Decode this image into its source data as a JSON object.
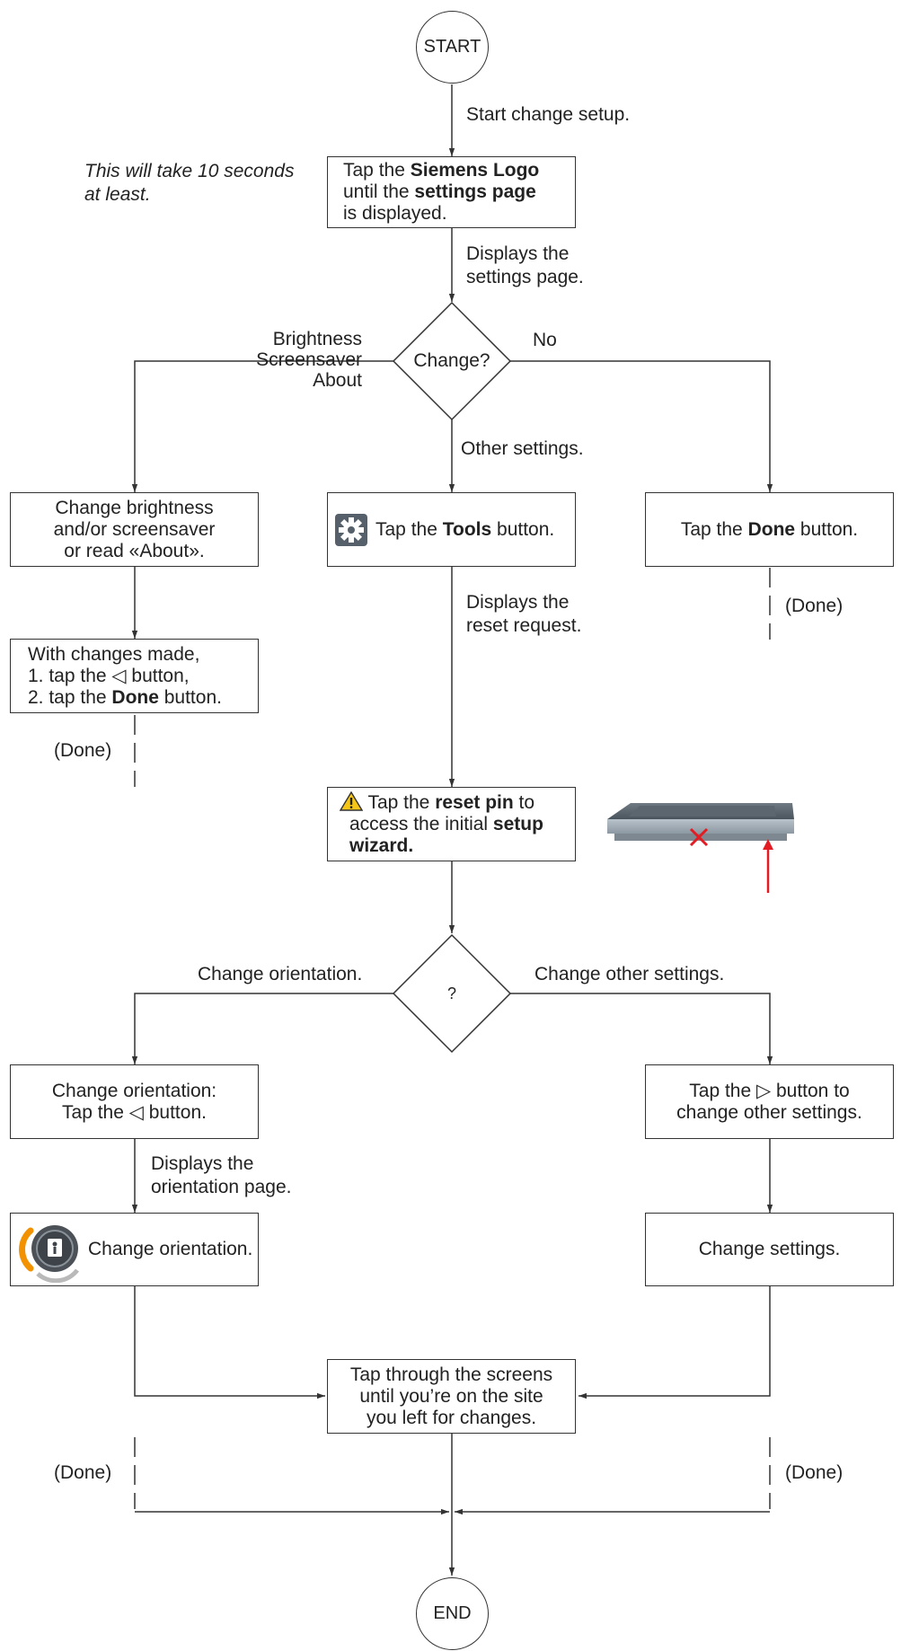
{
  "start": "START",
  "end": "END",
  "step_start_label": "Start change setup.",
  "note_duration": [
    "This will take 10 seconds",
    "at least."
  ],
  "tap_logo": {
    "t1": "Tap the ",
    "b1": "Siemens Logo",
    "t2": "until the ",
    "b2": "settings page",
    "t3": "is displayed."
  },
  "displays_settings": [
    "Displays the",
    "settings page."
  ],
  "decision1": "Change?",
  "branch_left": [
    "Brightness",
    "Screensaver",
    "About"
  ],
  "branch_no": "No",
  "branch_other": "Other settings.",
  "box_brightness": [
    "Change brightness",
    "and/or screensaver",
    "or read «About»."
  ],
  "box_tools": {
    "t1": "Tap the ",
    "b1": "Tools",
    "t2": " button."
  },
  "box_done_right": {
    "t1": "Tap the ",
    "b1": "Done",
    "t2": " button."
  },
  "done": "(Done)",
  "box_changes": {
    "l1": "With changes made,",
    "l2": "1. tap the ◁ button,",
    "l3a": "2. tap the ",
    "l3b": "Done",
    "l3c": " button."
  },
  "displays_reset": [
    "Displays the",
    "reset request."
  ],
  "box_reset": {
    "t1": " Tap the ",
    "b1": "reset pin",
    "t2": " to",
    "t3": "access the initial ",
    "b2": "setup",
    "b3": "wizard."
  },
  "decision2": "?",
  "branch_orientation": "Change orientation.",
  "branch_other_settings": "Change other settings.",
  "box_orient": [
    "Change orientation:",
    "Tap the ◁ button."
  ],
  "box_other": [
    "Tap the ▷ button to",
    "change other settings."
  ],
  "displays_orient": [
    "Displays the",
    "orientation page."
  ],
  "box_change_orient": "Change orientation.",
  "box_change_settings": "Change settings.",
  "box_tap_through": [
    "Tap through the screens",
    "until you’re on the site",
    "you left for changes."
  ],
  "icons": [
    "gear-icon",
    "warning-icon",
    "device-image",
    "orientation-icon"
  ],
  "colors": {
    "line": "#333333",
    "arrow_red": "#e31b23",
    "warning": "#f5c518",
    "orange": "#f39200"
  }
}
